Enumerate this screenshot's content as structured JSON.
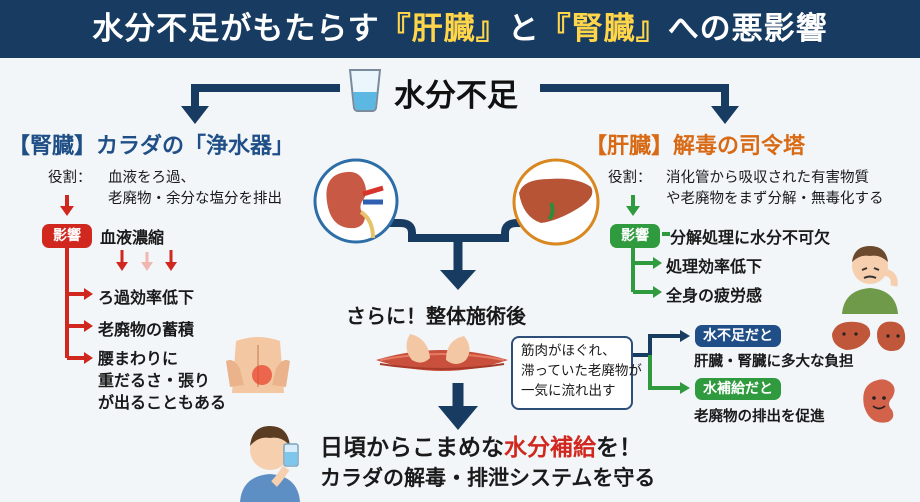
{
  "title": {
    "part1": "水分不足がもたらす",
    "liver": "『肝臓』",
    "to": "と",
    "kidney": "『腎臓』",
    "part2": "への悪影響"
  },
  "center": {
    "label": "水分不足"
  },
  "kidney": {
    "heading": "【腎臓】カラダの「浄水器」",
    "role_label": "役割：",
    "role_line1": "血液をろ過、",
    "role_line2": "老廃物・余分な塩分を排出",
    "effect_badge": "影響",
    "effects": [
      "血液濃縮",
      "ろ過効率低下",
      "老廃物の蓄積"
    ],
    "effect_last": [
      "腰まわりに",
      "重だるさ・張り",
      "が出ることもある"
    ]
  },
  "liver": {
    "heading": "【肝臓】解毒の司令塔",
    "role_label": "役割：",
    "role_line1": "消化管から吸収された有害物質",
    "role_line2": "や老廃物をまず分解・無毒化する",
    "effect_badge": "影響",
    "effects": [
      "分解処理に水分不可欠",
      "処理効率低下",
      "全身の疲労感"
    ]
  },
  "massage": {
    "heading": "さらに！整体施術後",
    "callout": [
      "筋肉がほぐれ、",
      "滞っていた老廃物が",
      "一気に流れ出す"
    ],
    "lack_badge": "水不足だと",
    "lack_text": "肝臓・腎臓に多大な負担",
    "hydr_badge": "水補給だと",
    "hydr_text": "老廃物の排出を促進"
  },
  "conclusion": {
    "line1_pre": "日頃からこまめな",
    "line1_hl": "水分補給",
    "line1_post": "を！",
    "line2": "カラダの解毒・排泄システムを守る"
  },
  "colors": {
    "navy": "#173b61",
    "blue": "#1f4f86",
    "red": "#d0281f",
    "green": "#2f9a3e",
    "orange": "#d96a15",
    "yellow": "#ffd54a"
  }
}
